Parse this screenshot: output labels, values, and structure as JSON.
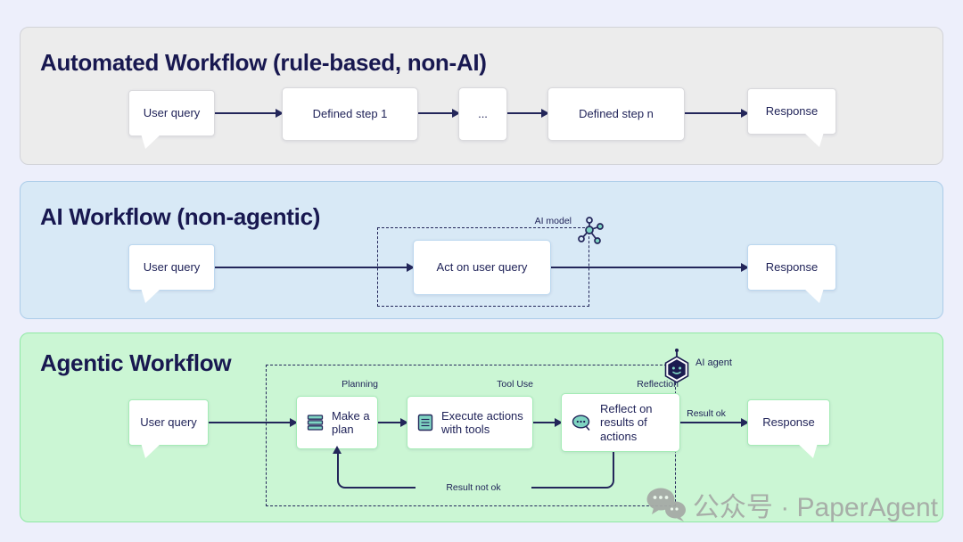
{
  "page": {
    "background": "#edeffb"
  },
  "panels": {
    "automated": {
      "title": "Automated Workflow (rule-based, non-AI)",
      "colors": {
        "bg": "#ececec",
        "border": "#d2d3d8"
      },
      "nodes": {
        "user_query": "User query",
        "step1": "Defined step 1",
        "ellipsis": "...",
        "stepn": "Defined step n",
        "response": "Response"
      }
    },
    "ai": {
      "title": "AI Workflow (non-agentic)",
      "colors": {
        "bg": "#d8e9f6",
        "border": "#abcce9"
      },
      "labels": {
        "ai_model": "AI model"
      },
      "nodes": {
        "user_query": "User query",
        "act": "Act on user query",
        "response": "Response"
      }
    },
    "agentic": {
      "title": "Agentic Workflow",
      "colors": {
        "bg": "#cbf6d4",
        "border": "#8fe8a4"
      },
      "labels": {
        "ai_agent": "AI agent",
        "planning": "Planning",
        "tool_use": "Tool Use",
        "reflection": "Reflection",
        "result_ok": "Result ok",
        "result_not_ok": "Result not ok"
      },
      "nodes": {
        "user_query": "User query",
        "plan": "Make a plan",
        "execute": "Execute actions with tools",
        "reflect": "Reflect on results of actions",
        "response": "Response"
      }
    }
  },
  "icons": {
    "ai_model": "molecule-icon",
    "ai_agent": "robot-icon",
    "plan": "list-stack-icon",
    "execute": "document-icon",
    "reflect": "thought-bubble-icon",
    "watermark": "wechat-icon"
  },
  "accent_colors": {
    "line": "#23265a",
    "teal": "#7fd4c2",
    "navy": "#1b1b50"
  },
  "watermark": {
    "text": "公众号 · PaperAgent"
  }
}
